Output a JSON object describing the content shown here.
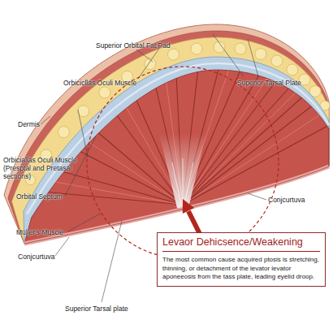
{
  "diagram": {
    "nodes": [
      {
        "text": [
          "Levaor Dehicsence/Weakening",
          "The most common cause acquired ptosis is stretching, thinning, or detachment of the levator levator aponeeosis from the tass plate, leading eyelid droop."
        ]
      }
    ],
    "labels": [
      "Superior Orbital Fat Pad",
      "Orbicicllas Oculi Muscle",
      "Superior Tarsal Plate",
      "Dermis",
      "Orbiciallas Oculi Muscle (Presptal and Pretasal sections)",
      "Orbital Septum",
      "Müller's Muscle",
      "Conjcurtuva",
      "Conjcurtuva",
      "Superior Tarsal plate"
    ]
  }
}
